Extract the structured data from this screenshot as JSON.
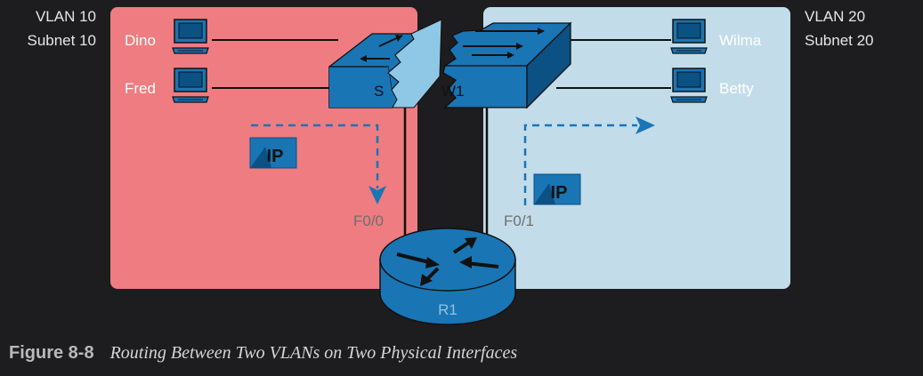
{
  "vlans": {
    "left": {
      "vlan": "VLAN 10",
      "subnet": "Subnet 10"
    },
    "right": {
      "vlan": "VLAN 20",
      "subnet": "Subnet 20"
    }
  },
  "hosts": {
    "dino": "Dino",
    "fred": "Fred",
    "wilma": "Wilma",
    "betty": "Betty"
  },
  "switch": {
    "label_left": "S",
    "label_right": "W1"
  },
  "router": {
    "label": "R1",
    "port_left": "F0/0",
    "port_right": "F0/1"
  },
  "packet_label": "IP",
  "colors": {
    "vlan10_area": "#ef7c80",
    "vlan20_area": "#c2dcea",
    "device_blue": "#1a75b5",
    "device_dark": "#0b5184",
    "background": "#1d1d1f"
  },
  "figure": {
    "number": "Figure 8-8",
    "title": "Routing Between Two VLANs on Two Physical Interfaces"
  }
}
